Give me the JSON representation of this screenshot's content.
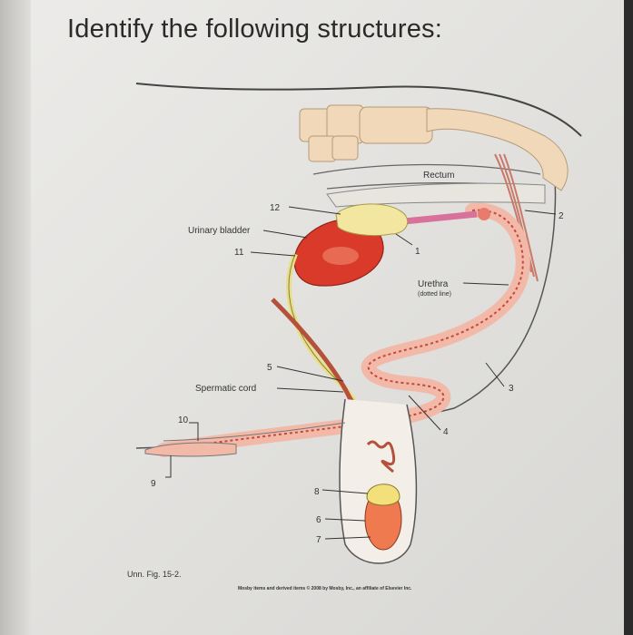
{
  "heading": "Identify the following structures:",
  "diagram": {
    "labels": {
      "rectum": "Rectum",
      "urinary_bladder": "Urinary bladder",
      "urethra": "Urethra",
      "urethra_note": "(dotted line)",
      "spermatic_cord": "Spermatic cord"
    },
    "numbers": [
      "1",
      "2",
      "3",
      "4",
      "5",
      "6",
      "7",
      "8",
      "9",
      "10",
      "11",
      "12"
    ],
    "figure_caption": "Unn. Fig. 15-2.",
    "credit": "Mosby items and derived items © 2008 by Mosby, Inc., an affiliate of Elsevier Inc."
  },
  "colors": {
    "bladder": "#d93a2a",
    "urethra_tube": "#f2b8a8",
    "testis": "#f07a50",
    "epididymis": "#f3e07a",
    "spine": "#f0d8b8"
  }
}
